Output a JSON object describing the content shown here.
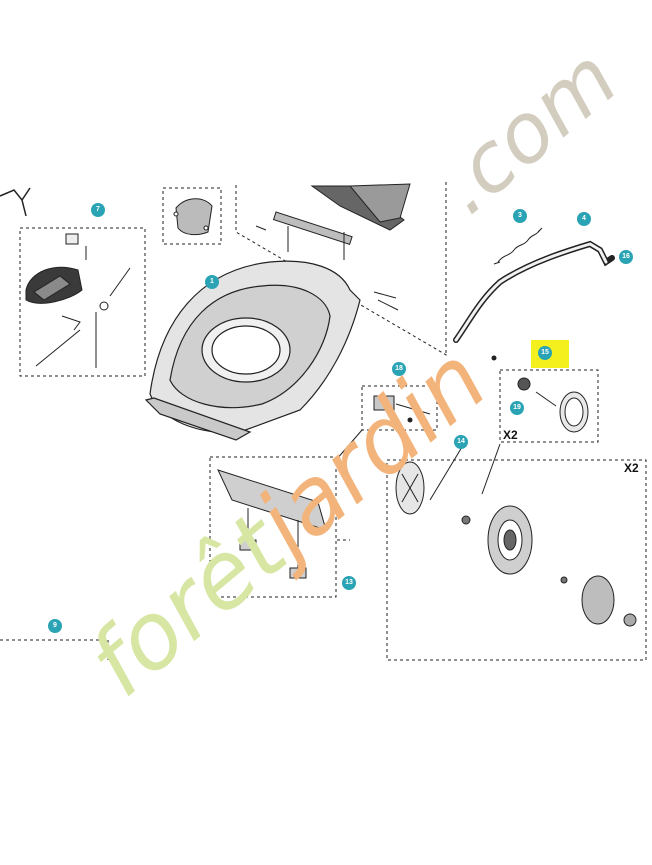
{
  "watermark": {
    "text_part1": "forêt",
    "text_part2": "jardin",
    "text_part3": ".com",
    "color_green": "#d7e6a3",
    "color_orange": "#f3b47c",
    "color_grey": "#d3cdbf"
  },
  "part_labels": [
    "1",
    "3",
    "4",
    "7",
    "9",
    "13",
    "14",
    "15",
    "16",
    "18",
    "19"
  ],
  "multipliers": {
    "left_box": "X2",
    "right_box": "X2"
  },
  "colors": {
    "callout": "#2aa3b5",
    "highlight": "#f4f01e",
    "line": "#222222"
  }
}
